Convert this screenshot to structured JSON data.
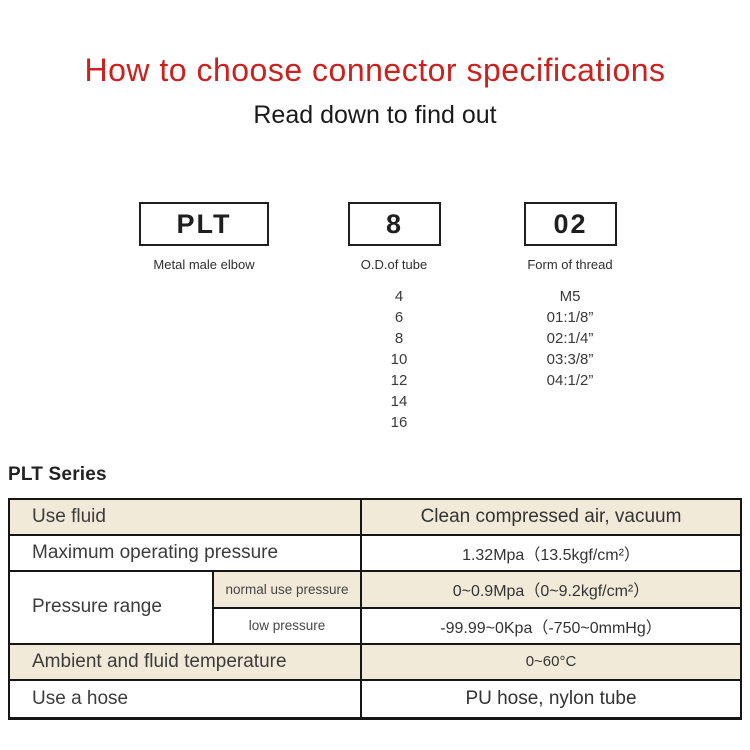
{
  "page": {
    "title": "How to choose connector specifications",
    "subtitle": "Read down to find out"
  },
  "colors": {
    "title_red": "#c9221f",
    "row_tint_beige": "#f2ead9",
    "table_border": "#161616"
  },
  "spec_boxes": [
    {
      "code": "PLT",
      "label": "Metal male elbow",
      "options": []
    },
    {
      "code": "8",
      "label": "O.D.of tube",
      "options": [
        "4",
        "6",
        "8",
        "10",
        "12",
        "14",
        "16"
      ]
    },
    {
      "code": "02",
      "label": "Form of thread",
      "options": [
        "M5",
        "01:1/8”",
        "02:1/4”",
        "03:3/8”",
        "04:1/2”"
      ]
    }
  ],
  "series": {
    "heading": "PLT Series"
  },
  "table": {
    "rows": [
      {
        "label": "Use fluid",
        "value": "Clean compressed air, vacuum"
      },
      {
        "label": "Maximum operating pressure",
        "value": "1.32Mpa（13.5kgf/cm²）"
      },
      {
        "label": "Pressure range",
        "sublabel": "normal use pressure",
        "value": "0~0.9Mpa（0~9.2kgf/cm²）"
      },
      {
        "sublabel": "low pressure",
        "value": "-99.99~0Kpa（-750~0mmHg）"
      },
      {
        "label": "Ambient and fluid temperature",
        "value": "0~60°C"
      },
      {
        "label": "Use a hose",
        "value": "PU hose, nylon tube"
      }
    ]
  }
}
